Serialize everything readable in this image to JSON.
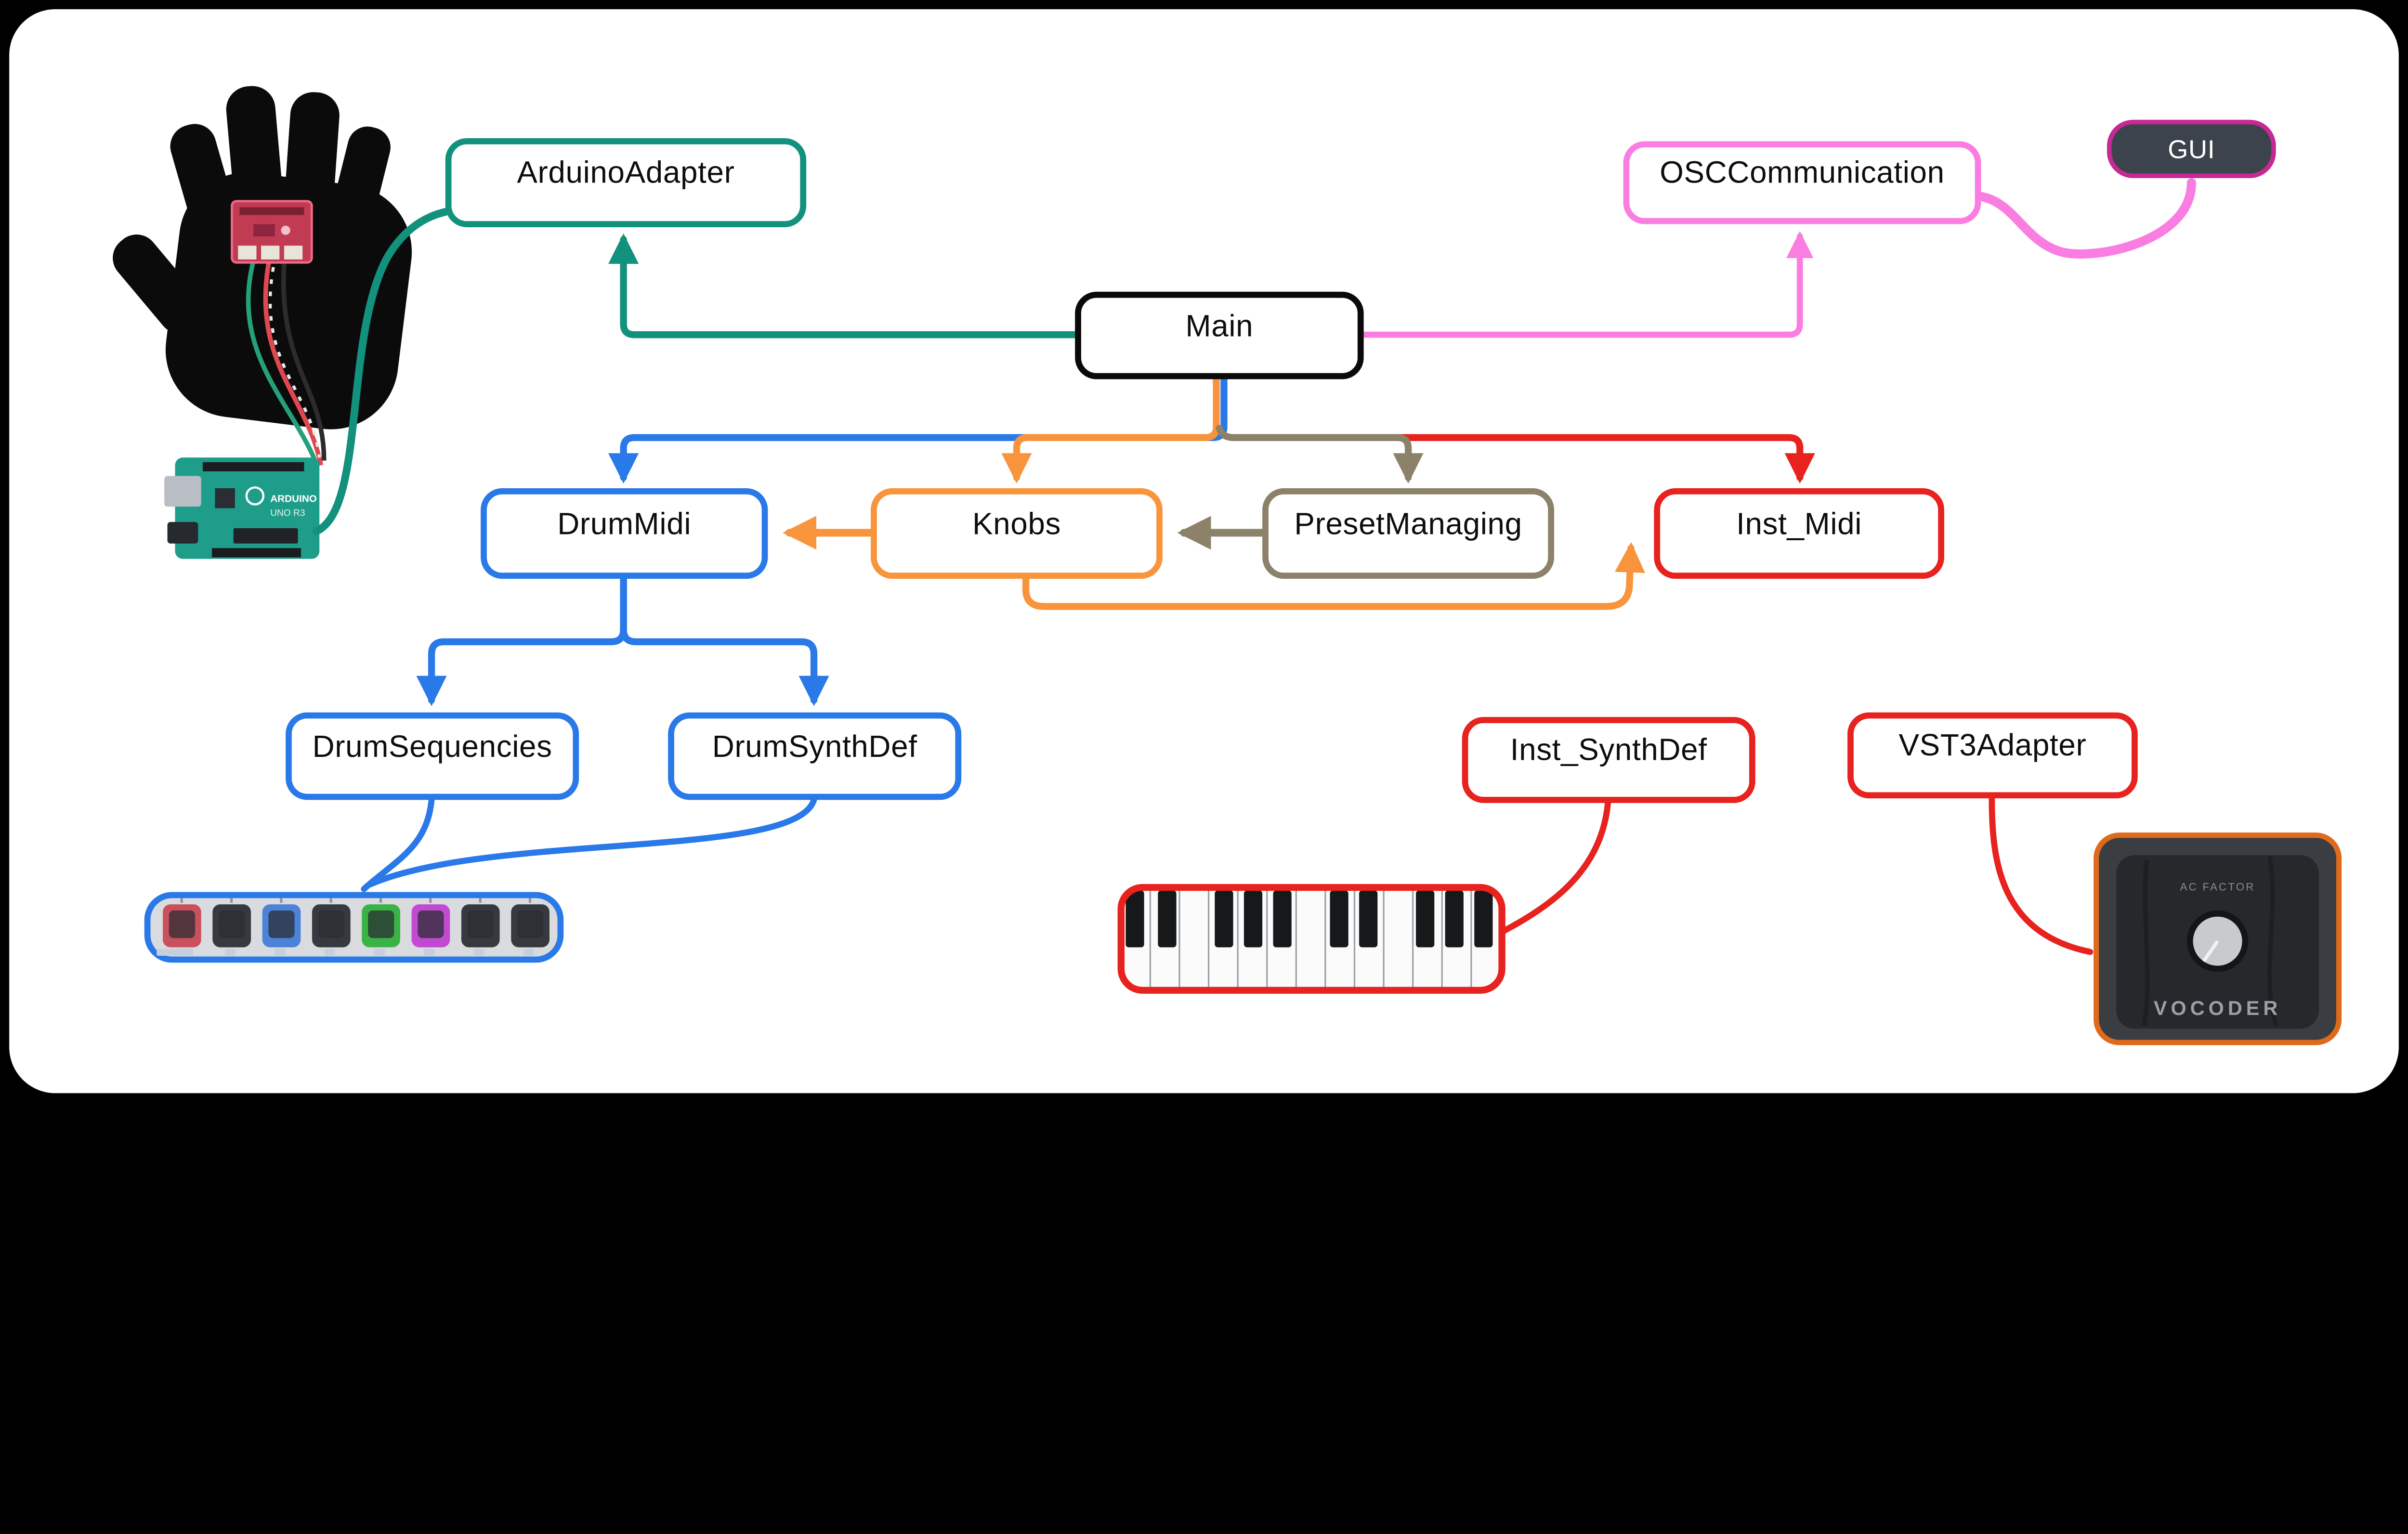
{
  "colors": {
    "teal": "#12917C",
    "pink": "#FA7DE2",
    "magenta": "#C62994",
    "blue": "#2A79E8",
    "orange": "#F8943C",
    "olive": "#8C8169",
    "red": "#E7221F",
    "black": "#0A0A0A",
    "gui_fill": "#3C434D",
    "surface": "#FFFFFF",
    "background": "#000000"
  },
  "nodes": [
    {
      "id": "arduino_adapter",
      "label": "ArduinoAdapter",
      "color": "teal"
    },
    {
      "id": "osc_communication",
      "label": "OSCCommunication",
      "color": "pink"
    },
    {
      "id": "gui",
      "label": "GUI",
      "color": "magenta"
    },
    {
      "id": "main",
      "label": "Main",
      "color": "black"
    },
    {
      "id": "drum_midi",
      "label": "DrumMidi",
      "color": "blue"
    },
    {
      "id": "knobs",
      "label": "Knobs",
      "color": "orange"
    },
    {
      "id": "preset_managing",
      "label": "PresetManaging",
      "color": "olive"
    },
    {
      "id": "inst_midi",
      "label": "Inst_Midi",
      "color": "red"
    },
    {
      "id": "drum_sequencies",
      "label": "DrumSequencies",
      "color": "blue"
    },
    {
      "id": "drum_synthdef",
      "label": "DrumSynthDef",
      "color": "blue"
    },
    {
      "id": "inst_synthdef",
      "label": "Inst_SynthDef",
      "color": "red"
    },
    {
      "id": "vst3_adapter",
      "label": "VST3Adapter",
      "color": "red"
    }
  ],
  "images": {
    "arduino": {
      "brand": "ARDUINO",
      "model": "UNO R3"
    },
    "vocoder": {
      "subtitle": "AC FACTOR",
      "title": "VOCODER"
    },
    "drum_pad_colors": [
      "#C9505C",
      "#36393F",
      "#4C83D9",
      "#36393F",
      "#3BB344",
      "#C24AD2",
      "#36393F",
      "#36393F"
    ]
  }
}
